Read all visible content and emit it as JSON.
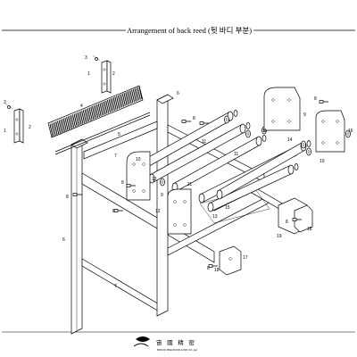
{
  "title": "Arrangement of back reed (뒷 바디 부분)",
  "callouts": {
    "c1": "1",
    "c2": "2",
    "c3": "3",
    "c4": "4",
    "c5": "5",
    "c6": "6",
    "c7": "7",
    "c8": "8",
    "c9": "9",
    "c10": "10",
    "c11": "11",
    "c12": "12",
    "c13": "13",
    "c14": "14",
    "c15": "15",
    "c16": "16",
    "c17": "17",
    "c18": "18",
    "c19": "19"
  },
  "footer": {
    "brand_name": "宙 國 精 密",
    "brand_subtitle": "BOKUK PRECISION & IND CO.,Ltd."
  }
}
